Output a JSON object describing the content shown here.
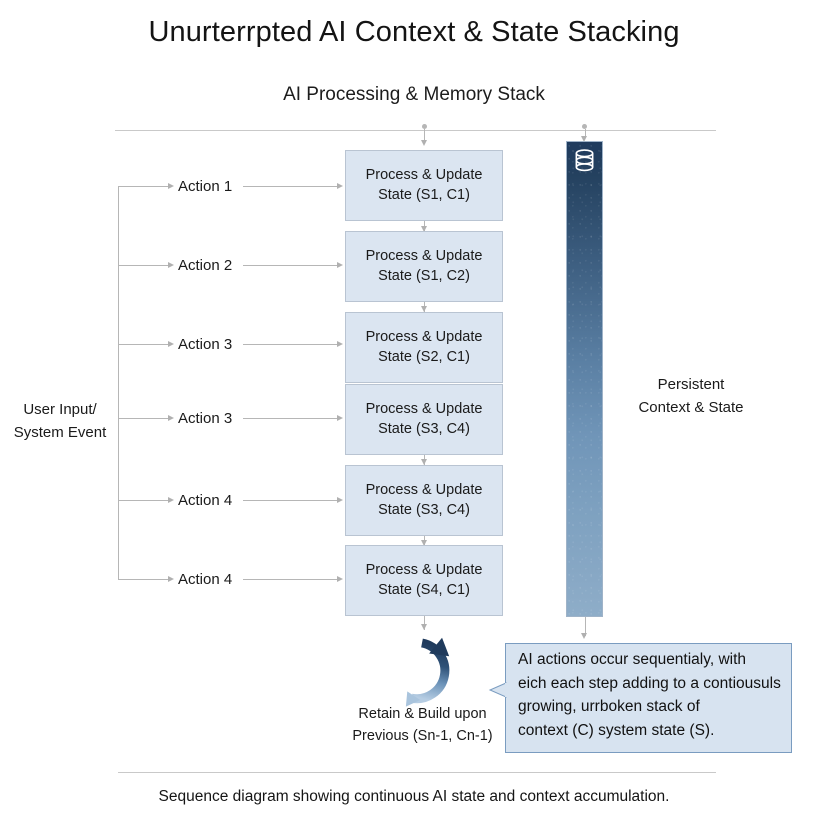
{
  "page": {
    "title": "Unurterrpted AI Context & State Stacking",
    "subtitle": "AI Processing & Memory Stack",
    "footer_caption": "Sequence diagram showing continuous AI state and context accumulation.",
    "background": "#ffffff"
  },
  "colors": {
    "box_fill": "#dbe5f1",
    "box_border": "#b9c4d2",
    "connector": "#b6b6b6",
    "column_top": "#1f3b5e",
    "column_bottom": "#8eadc8",
    "callout_fill": "#d7e3f0",
    "callout_border": "#7a9cc0",
    "text": "#1a1a1a"
  },
  "source": {
    "label_line1": "User Input/",
    "label_line2": "System Event"
  },
  "actions": [
    {
      "label": "Action 1"
    },
    {
      "label": "Action 2"
    },
    {
      "label": "Action 3"
    },
    {
      "label": "Action 3"
    },
    {
      "label": "Action 4"
    },
    {
      "label": "Action 4"
    }
  ],
  "process_boxes": [
    {
      "line1": "Process & Update",
      "line2": "State (S1, C1)"
    },
    {
      "line1": "Process & Update",
      "line2": "State (S1, C2)"
    },
    {
      "line1": "Process & Update",
      "line2": "State (S2, C1)"
    },
    {
      "line1": "Process & Update",
      "line2": "State (S3, C4)"
    },
    {
      "line1": "Process & Update",
      "line2": "State (S3, C4)"
    },
    {
      "line1": "Process & Update",
      "line2": "State (S4, C1)"
    }
  ],
  "persistent": {
    "icon": "database-icon",
    "label_line1": "Persistent",
    "label_line2": "Context & State"
  },
  "retain": {
    "icon": "circular-refresh-arrow-icon",
    "caption_line1": "Retain & Build upon",
    "caption_line2": "Previous (Sn-1, Cn-1)"
  },
  "callout": {
    "line1": "AI actions occur sequentialy, with",
    "line2": "eich each step adding to a contiousuls",
    "line3": "growing, urrboken stack of",
    "line4": "context (C) system state (S)."
  }
}
